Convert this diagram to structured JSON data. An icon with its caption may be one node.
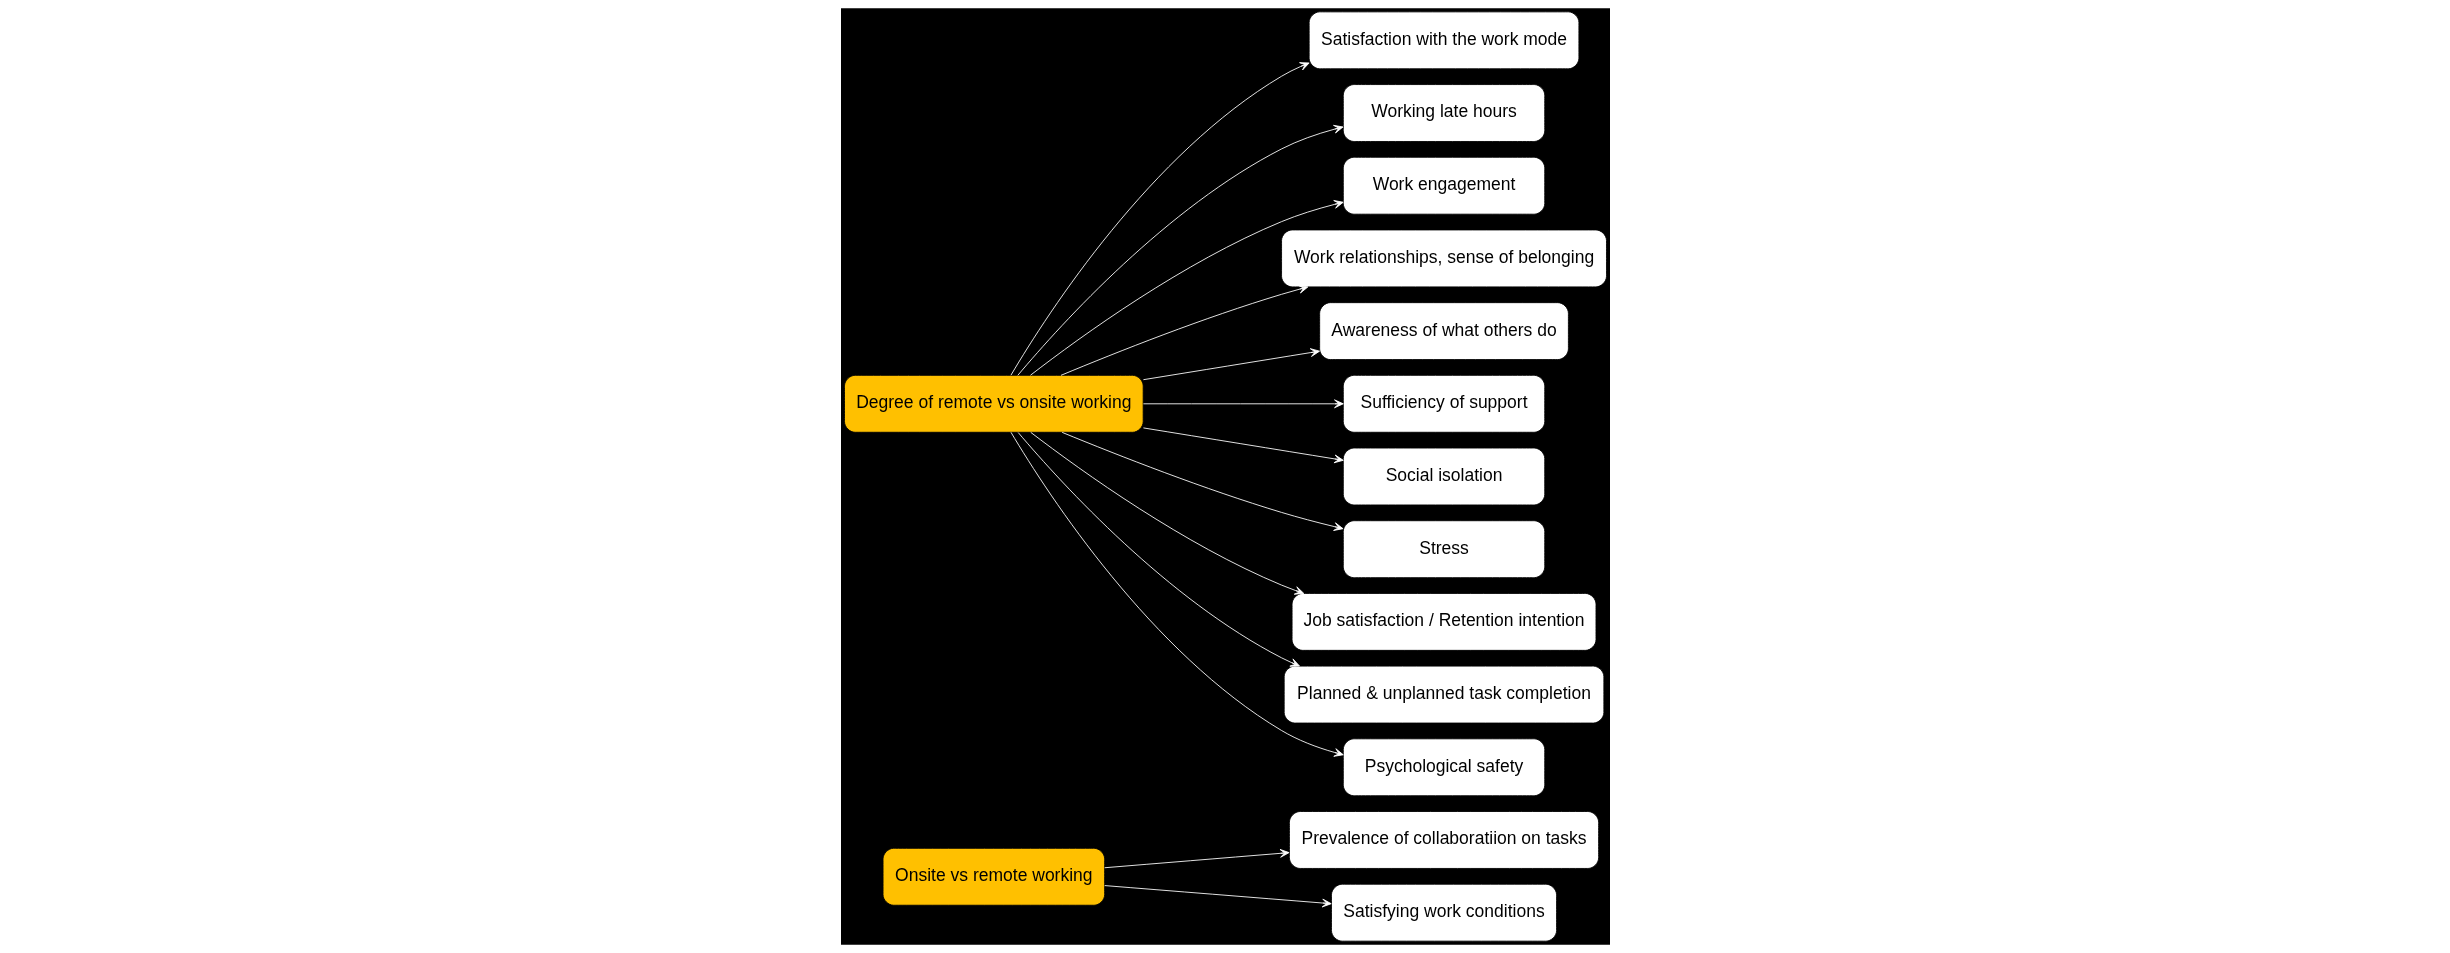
{
  "diagram": {
    "nodes": [
      {
        "text": [
          "Prevalence of collaboratiion on tasks"
        ]
      },
      {
        "text": [
          "Satisfaction with the work mode"
        ]
      },
      {
        "text": [
          "Working late hours"
        ]
      },
      {
        "text": [
          "Work engagement"
        ]
      },
      {
        "text": [
          "Work relationships, sense of belonging"
        ]
      },
      {
        "text": [
          "Awareness of what others do"
        ]
      },
      {
        "text": [
          "Onsite vs remote working"
        ]
      },
      {
        "text": [
          "Degree of remote vs onsite working"
        ]
      },
      {
        "text": [
          "Sufficiency of support"
        ]
      },
      {
        "text": [
          "Social isolation"
        ]
      },
      {
        "text": [
          "Stress"
        ]
      },
      {
        "text": [
          "Satisfying work conditions"
        ]
      },
      {
        "text": [
          "Job satisfaction / Retention intention"
        ]
      },
      {
        "text": [
          "Planned & unplanned task completion"
        ]
      },
      {
        "text": [
          "Psychological safety"
        ]
      }
    ],
    "edges": [
      {
        "from": 6,
        "to": 0,
        "arrow": "to"
      },
      {
        "from": 6,
        "to": 11,
        "arrow": "to"
      },
      {
        "from": 7,
        "to": 1,
        "arrow": "to"
      },
      {
        "from": 7,
        "to": 2,
        "arrow": "to"
      },
      {
        "from": 7,
        "to": 3,
        "arrow": "to"
      },
      {
        "from": 7,
        "to": 4,
        "arrow": "to"
      },
      {
        "from": 7,
        "to": 5,
        "arrow": "to"
      },
      {
        "from": 7,
        "to": 8,
        "arrow": "to"
      },
      {
        "from": 7,
        "to": 9,
        "arrow": "to"
      },
      {
        "from": 7,
        "to": 10,
        "arrow": "to"
      },
      {
        "from": 7,
        "to": 14,
        "arrow": "to"
      },
      {
        "from": 7,
        "to": 13,
        "arrow": "to"
      },
      {
        "from": 7,
        "to": 12,
        "arrow": "to"
      }
    ]
  }
}
